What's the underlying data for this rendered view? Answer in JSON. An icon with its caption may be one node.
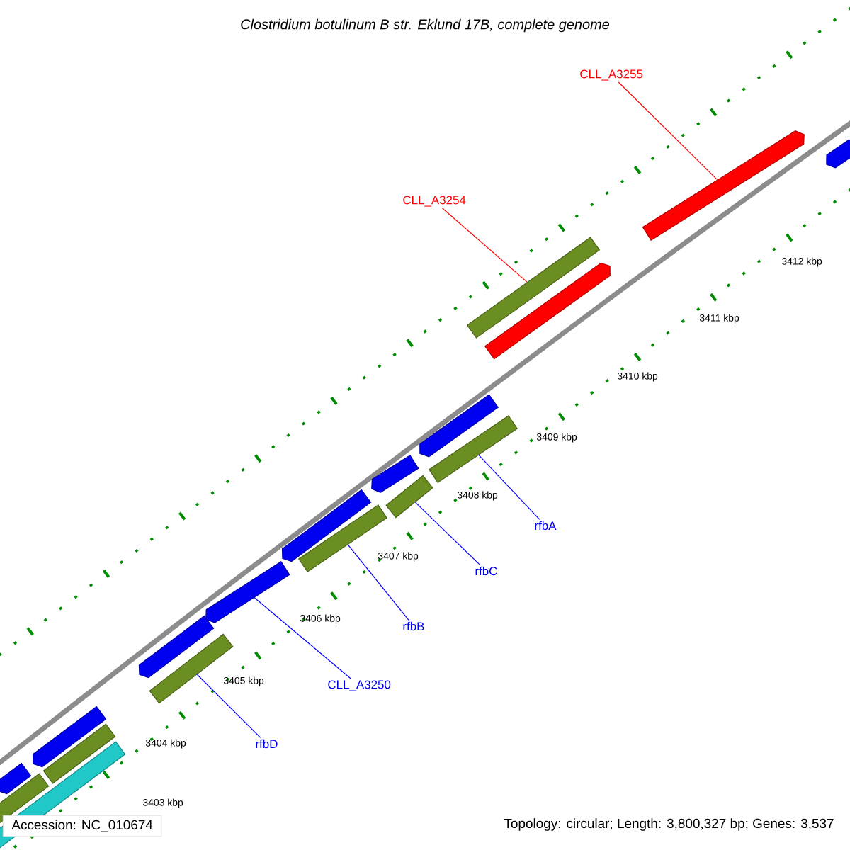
{
  "diagram": {
    "title": "Clostridium botulinum B str. Eklund 17B, complete genome",
    "nodes": [
      {
        "text": [
          "CLL_A3255"
        ]
      },
      {
        "text": [],
        "shape": "pentagon"
      },
      {
        "text": [],
        "shape": "pentagon"
      },
      {
        "text": [
          "CLL_A3254"
        ]
      },
      {
        "text": [],
        "shape": "bar"
      },
      {
        "text": [],
        "shape": "pentagon"
      },
      {
        "text": [],
        "shape": "pentagon"
      },
      {
        "text": [],
        "shape": "bar"
      },
      {
        "text": [],
        "shape": "pentagon"
      },
      {
        "text": [],
        "shape": "bar"
      },
      {
        "text": [
          "rfbA"
        ]
      },
      {
        "text": [
          "rfbC"
        ]
      },
      {
        "text": [],
        "shape": "pentagon"
      },
      {
        "text": [],
        "shape": "bar"
      },
      {
        "text": [
          "rfbB"
        ]
      },
      {
        "text": [],
        "shape": "pentagon"
      },
      {
        "text": [
          "CLL_A3250"
        ]
      },
      {
        "text": [],
        "shape": "pentagon"
      },
      {
        "text": [],
        "shape": "bar"
      },
      {
        "text": [
          "rfbD"
        ]
      },
      {
        "text": [],
        "shape": "pentagon"
      },
      {
        "text": [],
        "shape": "bar"
      },
      {
        "text": [],
        "shape": "bar"
      },
      {
        "text": [],
        "shape": "pentagon"
      },
      {
        "text": [],
        "shape": "bar"
      }
    ],
    "edges": [
      {
        "from": 0,
        "to": 1,
        "arrow": "none",
        "color": "#ff0000"
      },
      {
        "from": 3,
        "to": 4,
        "arrow": "none",
        "color": "#ff0000"
      },
      {
        "from": 10,
        "to": 7,
        "arrow": "none"
      },
      {
        "from": 11,
        "to": 9,
        "arrow": "none"
      },
      {
        "from": 14,
        "to": 13,
        "arrow": "none"
      },
      {
        "from": 16,
        "to": 15,
        "arrow": "none"
      },
      {
        "from": 19,
        "to": 18,
        "arrow": "none"
      }
    ],
    "labels": [
      "3412 kbp",
      "3411 kbp",
      "3410 kbp",
      "3409 kbp",
      "3408 kbp",
      "3407 kbp",
      "3406 kbp",
      "3405 kbp",
      "3404 kbp",
      "3403 kbp",
      "Accession: NC_010674",
      "Topology: circular; Length: 3,800,327 bp; Genes: 3,537"
    ]
  }
}
